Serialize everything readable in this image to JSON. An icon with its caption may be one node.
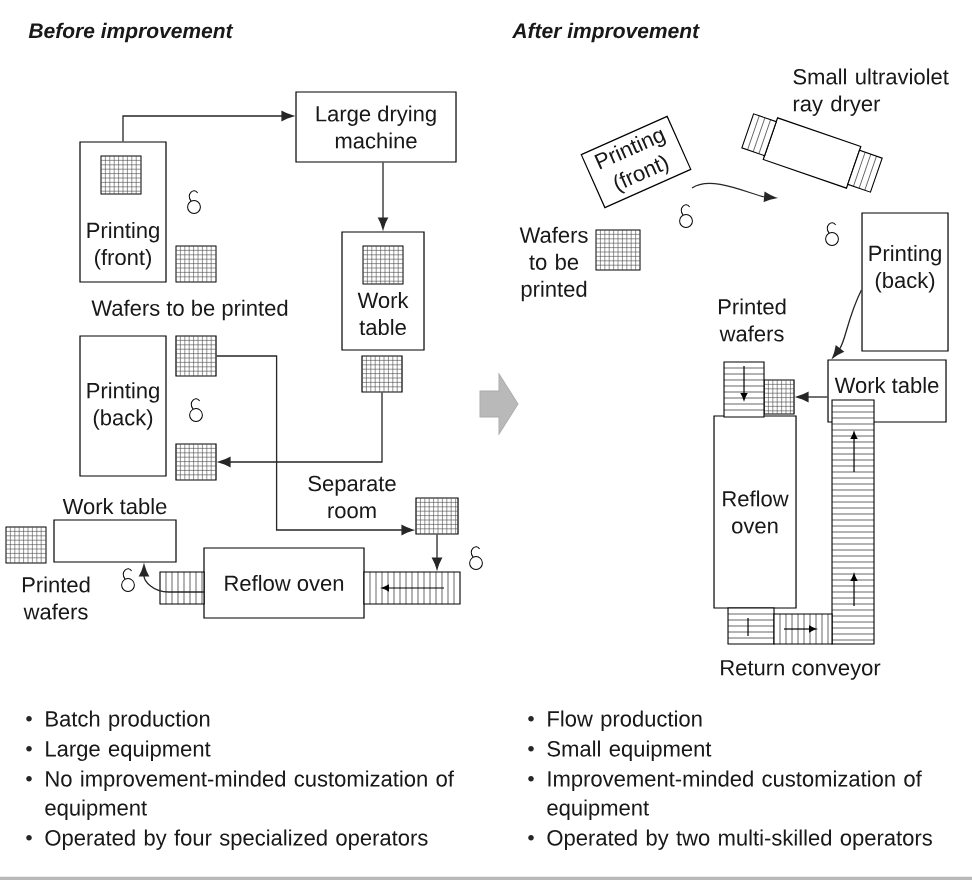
{
  "diagram": {
    "nodes": [
      {
        "text": [
          "Printing (front)"
        ]
      },
      {
        "text": [
          "Large drying machine"
        ]
      },
      {
        "text": [
          "Work table"
        ]
      },
      {
        "text": [
          "Printing (back)"
        ]
      },
      {
        "text": [
          "Work table"
        ]
      },
      {
        "text": [
          "Reflow oven"
        ]
      },
      {
        "text": [],
        "shape": "box"
      },
      {
        "text": [],
        "shape": "box"
      },
      {
        "text": [],
        "shape": "box"
      },
      {
        "text": [],
        "shape": "box"
      },
      {
        "text": [
          "Printing (front)"
        ]
      },
      {
        "text": [
          "Small ultraviolet ray dryer"
        ]
      },
      {
        "text": [
          "Printing (back)"
        ]
      },
      {
        "text": [
          "Work table"
        ]
      },
      {
        "text": [
          "Reflow oven"
        ]
      },
      {
        "text": [],
        "shape": "box"
      },
      {
        "text": [],
        "shape": "bar"
      },
      {
        "text": [],
        "shape": "bar"
      },
      {
        "text": [],
        "shape": "bar"
      },
      {
        "text": [],
        "shape": "bar"
      },
      {
        "text": [],
        "shape": "bar"
      },
      {
        "text": [],
        "shape": "bar"
      }
    ],
    "edges": [
      {
        "from": 0,
        "to": 1,
        "arrow": "to"
      },
      {
        "from": 1,
        "to": 2,
        "arrow": "to"
      },
      {
        "from": 6,
        "to": 8,
        "arrow": "to"
      },
      {
        "from": 7,
        "to": 9,
        "arrow": "to"
      },
      {
        "from": 9,
        "to": 17,
        "arrow": "to"
      },
      {
        "from": 16,
        "to": 4,
        "arrow": "to"
      },
      {
        "from": 10,
        "to": 11,
        "arrow": "to"
      },
      {
        "from": 12,
        "to": 13,
        "arrow": "to"
      },
      {
        "from": 13,
        "to": 15,
        "arrow": "to"
      }
    ],
    "labels": [
      "Before improvement",
      "Wafers to be printed",
      "Separate room",
      "Printed wafers",
      "After improvement",
      "Wafers to be printed",
      "Printed wafers",
      "Return conveyor",
      "Batch production",
      "Large equipment",
      "No improvement-minded customization of equipment",
      "Operated by four specialized operators",
      "Flow production",
      "Small equipment",
      "Improvement-minded customization of equipment",
      "Operated by two multi-skilled operators"
    ]
  }
}
